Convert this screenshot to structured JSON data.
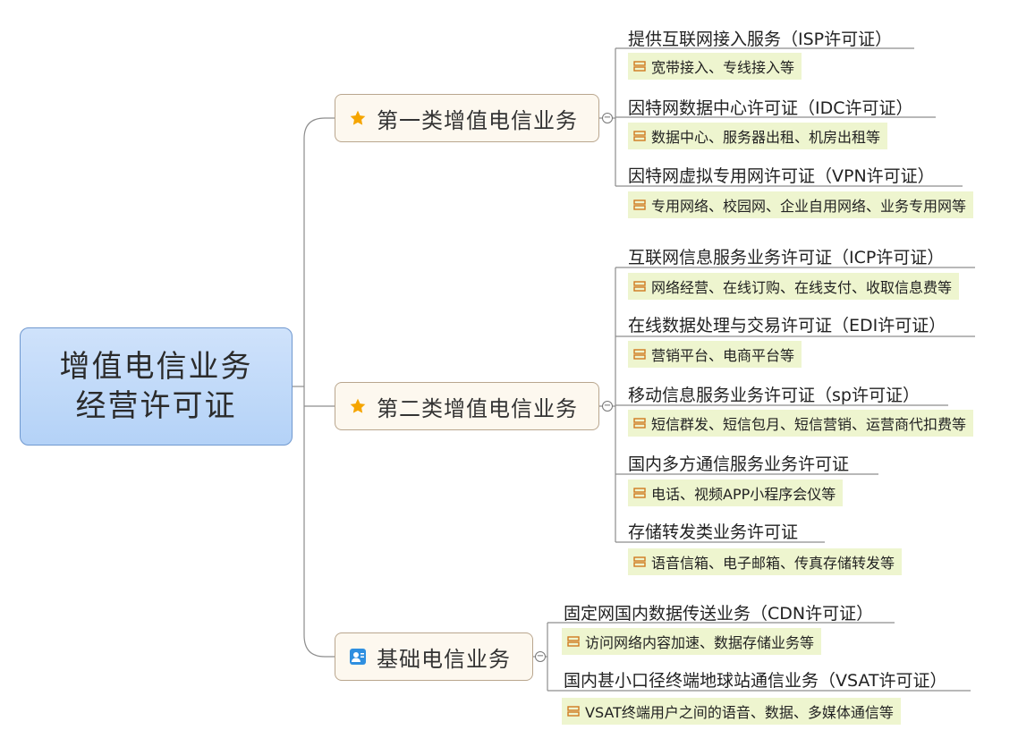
{
  "root": {
    "line1": "增值电信业务",
    "line2": "经营许可证"
  },
  "branches": [
    {
      "label": "第一类增值电信业务",
      "icon": "star-icon",
      "items": [
        {
          "title": "提供互联网接入服务（ISP许可证）",
          "note": "宽带接入、专线接入等"
        },
        {
          "title": "因特网数据中心许可证（IDC许可证）",
          "note": "数据中心、服务器出租、机房出租等"
        },
        {
          "title": "因特网虚拟专用网许可证（VPN许可证）",
          "note": "专用网络、校园网、企业自用网络、业务专用网等"
        }
      ]
    },
    {
      "label": "第二类增值电信业务",
      "icon": "star-icon",
      "items": [
        {
          "title": "互联网信息服务业务许可证（ICP许可证）",
          "note": "网络经营、在线订购、在线支付、收取信息费等"
        },
        {
          "title": "在线数据处理与交易许可证（EDI许可证）",
          "note": "营销平台、电商平台等"
        },
        {
          "title": "移动信息服务业务许可证（sp许可证）",
          "note": "短信群发、短信包月、短信营销、运营商代扣费等"
        },
        {
          "title": "国内多方通信服务业务许可证",
          "note": "电话、视频APP小程序会仪等"
        },
        {
          "title": "存储转发类业务许可证",
          "note": "语音信箱、电子邮箱、传真存储转发等"
        }
      ]
    },
    {
      "label": "基础电信业务",
      "icon": "contacts-icon",
      "items": [
        {
          "title": "固定网国内数据传送业务（CDN许可证）",
          "note": "访问网络内容加速、数据存储业务等"
        },
        {
          "title": "国内甚小口径终端地球站通信业务（VSAT许可证）",
          "note": "VSAT终端用户之间的语音、数据、多媒体通信等"
        }
      ]
    }
  ],
  "colors": {
    "root_fill": "#bcd7f8",
    "branch_fill": "#fdf8ef",
    "note_fill": "#eef5cf",
    "star": "#f5a500",
    "line": "#8a8a8a"
  }
}
